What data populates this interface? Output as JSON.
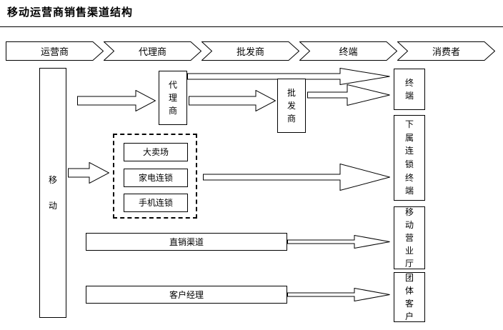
{
  "title": "移动运营商销售渠道结构",
  "flow_steps": [
    {
      "label": "运营商"
    },
    {
      "label": "代理商"
    },
    {
      "label": "批发商"
    },
    {
      "label": "终端"
    },
    {
      "label": "消费者"
    }
  ],
  "diagram": {
    "mobile_operator": "移\n动",
    "agent": "代\n理\n商",
    "wholesaler": "批\n发\n商",
    "dashed_group": {
      "items": [
        "大卖场",
        "家电连锁",
        "手机连锁"
      ]
    },
    "direct_channel": "直销渠道",
    "account_manager": "客户经理",
    "terminal": "终\n端",
    "chain_terminal": "下\n属\n连\n锁\n终\n端",
    "business_hall": "移\n动\n营\n业\n厅",
    "group_customer": "团\n体\n客\n户"
  },
  "colors": {
    "border": "#000000",
    "background": "#ffffff",
    "text": "#000000"
  }
}
